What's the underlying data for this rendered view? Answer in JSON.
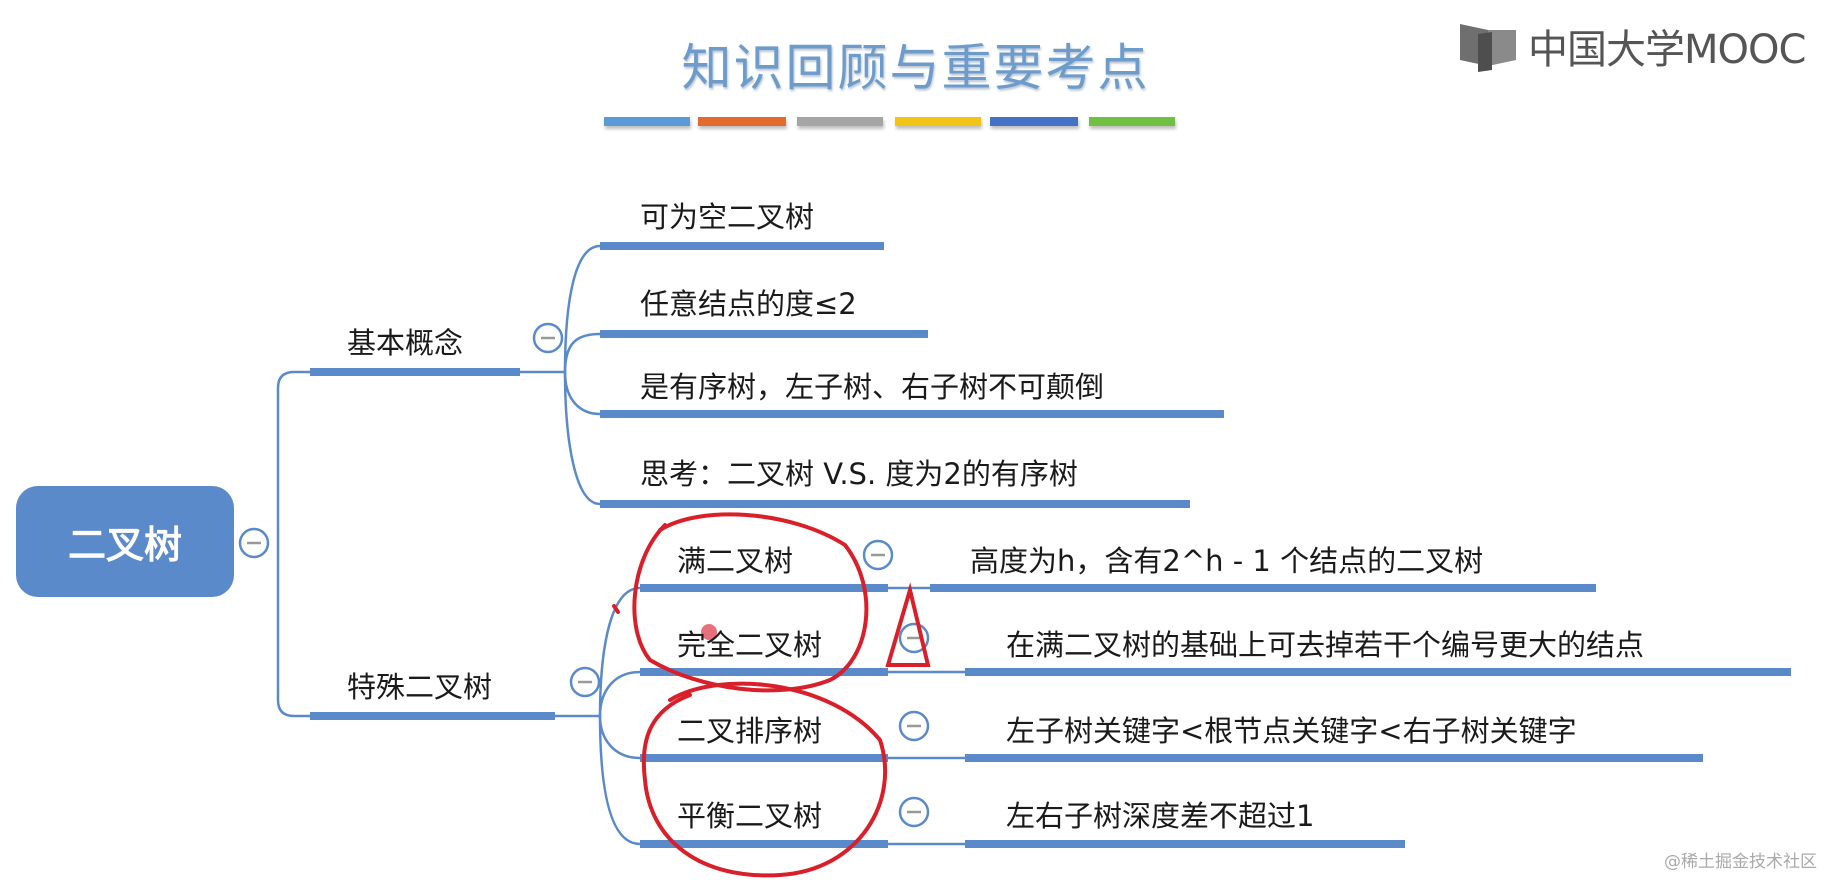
{
  "header": {
    "title": "知识回顾与重要考点",
    "color_bars": [
      "#5b9bd5",
      "#e06b2d",
      "#a5a5a5",
      "#f3c418",
      "#4472c4",
      "#70c043"
    ],
    "logo_text": "中国大学MOOC"
  },
  "mindmap": {
    "root": {
      "label": "二叉树",
      "collapse_icon": "minus-circle"
    },
    "branches": [
      {
        "label": "基本概念",
        "collapse_icon": "minus-circle",
        "children": [
          {
            "label": "可为空二叉树"
          },
          {
            "label": "任意结点的度≤2"
          },
          {
            "label": "是有序树，左子树、右子树不可颠倒"
          },
          {
            "label": "思考：二叉树 V.S. 度为2的有序树"
          }
        ]
      },
      {
        "label": "特殊二叉树",
        "collapse_icon": "minus-circle",
        "children": [
          {
            "label": "满二叉树",
            "detail": "高度为h，含有2^h - 1 个结点的二叉树"
          },
          {
            "label": "完全二叉树",
            "detail": "在满二叉树的基础上可去掉若干个编号更大的结点"
          },
          {
            "label": "二叉排序树",
            "detail": "左子树关键字<根节点关键字<右子树关键字"
          },
          {
            "label": "平衡二叉树",
            "detail": "左右子树深度差不超过1"
          }
        ]
      }
    ],
    "line_color": "#5b8acb",
    "annotation_color": "#d9202a"
  },
  "watermark": "@稀土掘金技术社区"
}
